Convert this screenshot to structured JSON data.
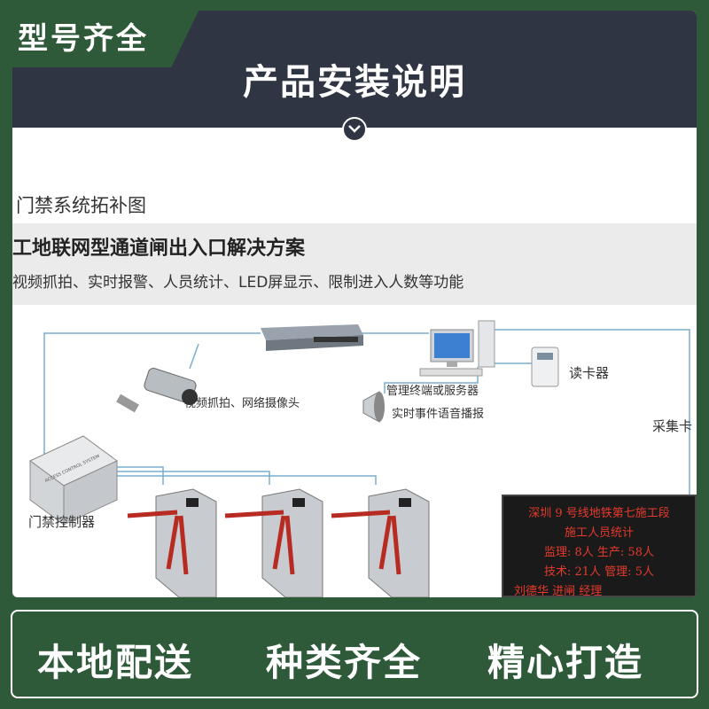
{
  "tag": {
    "text": "型号齐全"
  },
  "header": {
    "title": "产品安装说明"
  },
  "diagram": {
    "title": "门禁系统拓补图",
    "band_title": "工地联网型通道闸出入口解决方案",
    "band_subtitle": "视频抓拍、实时报警、人员统计、LED屏显示、限制进入人数等功能",
    "labels": {
      "camera": "视频抓拍、网络摄像头",
      "server": "管理终端或服务器",
      "speaker": "实时事件语音播报",
      "reader": "读卡器",
      "collector": "采集卡",
      "controller": "门禁控制器",
      "controller_box": "ACCESS CONTROL SYSTEM"
    },
    "led": {
      "lines": [
        "深圳 9 号线地铁第七施工段",
        "施工人员统计",
        "监理:    8人     生产:   58人",
        "技术:   21人     管理:    5人",
        "刘德华  进闸   经理"
      ]
    }
  },
  "footer": {
    "items": [
      "本地配送",
      "种类齐全",
      "精心打造"
    ]
  },
  "colors": {
    "green": "#2f5a3a",
    "header_dark": "#2f3542",
    "led_red": "#e53a2c"
  }
}
